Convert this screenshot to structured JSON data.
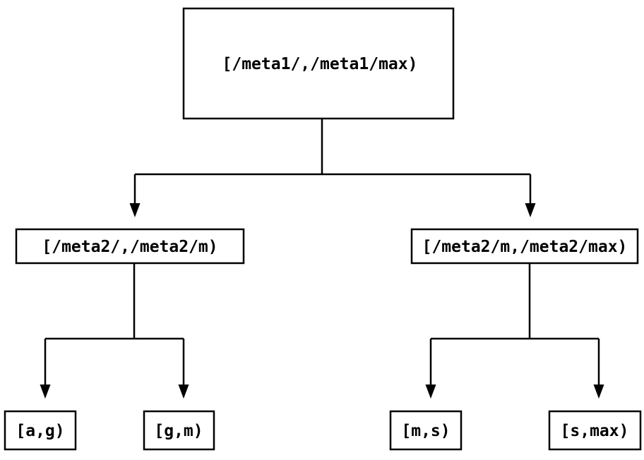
{
  "diagram": {
    "type": "tree",
    "background_color": "#ffffff",
    "line_color": "#000000",
    "text_color": "#000000",
    "tree": {
      "label": "[/meta1/,/meta1/max)",
      "children": [
        {
          "label": "[/meta2/,/meta2/m)",
          "children": [
            {
              "label": "[a,g)"
            },
            {
              "label": "[g,m)"
            }
          ]
        },
        {
          "label": "[/meta2/m,/meta2/max)",
          "children": [
            {
              "label": "[m,s)"
            },
            {
              "label": "[s,max)"
            }
          ]
        }
      ]
    }
  }
}
